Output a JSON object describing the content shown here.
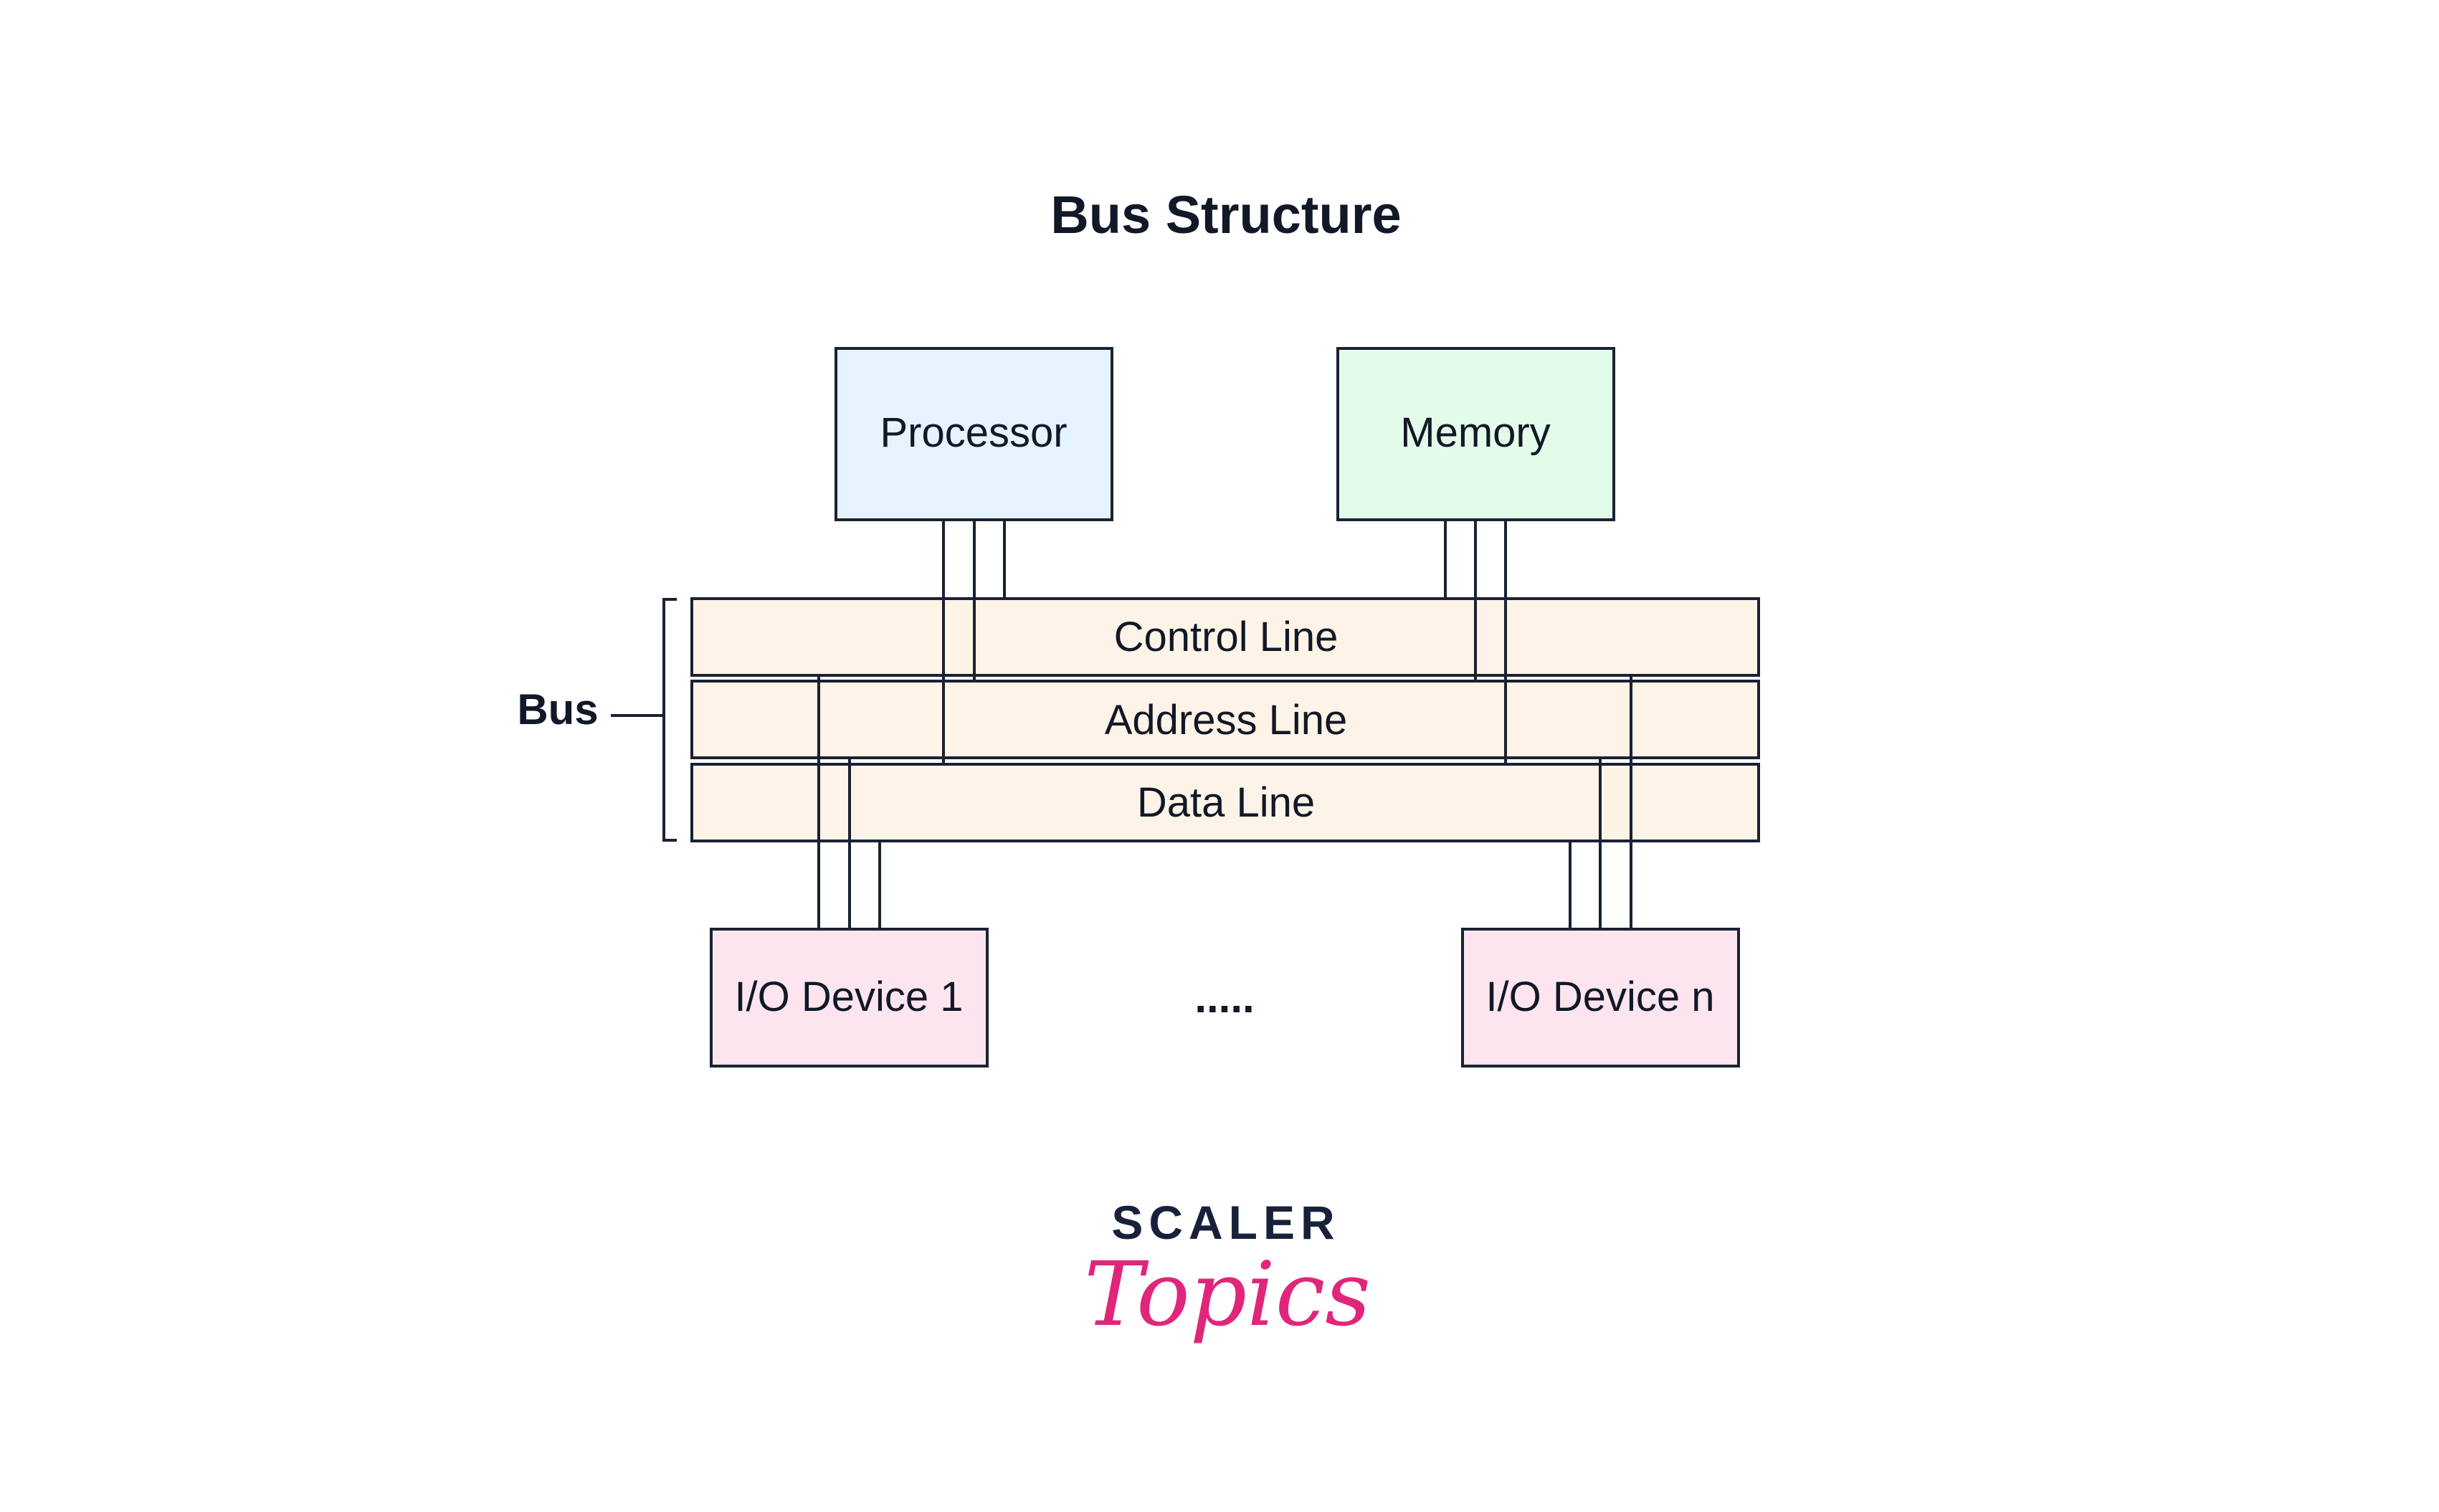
{
  "title": "Bus Structure",
  "components": {
    "processor": {
      "label": "Processor",
      "fill": "#e4f3fd"
    },
    "memory": {
      "label": "Memory",
      "fill": "#e3fbe9"
    },
    "io_device_1": {
      "label": "I/O Device 1",
      "fill": "#fde5ef"
    },
    "io_device_n": {
      "label": "I/O Device n",
      "fill": "#fde5ef"
    }
  },
  "bus": {
    "label": "Bus",
    "fill": "#fdf3e6",
    "lines": [
      {
        "label": "Control Line"
      },
      {
        "label": "Address Line"
      },
      {
        "label": "Data Line"
      }
    ]
  },
  "ellipsis": ".....",
  "logo": {
    "top": "SCALER",
    "script": "Topics",
    "top_color": "#18213a",
    "script_color": "#e0267a"
  },
  "stroke_color": "#1a2133"
}
